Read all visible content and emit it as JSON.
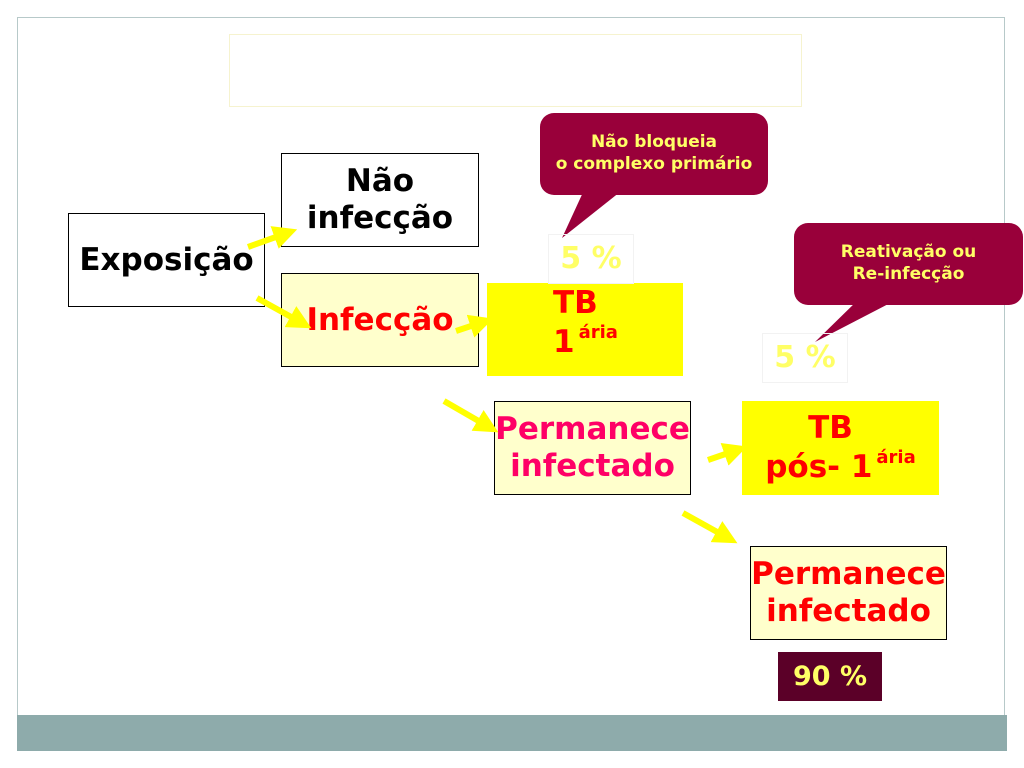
{
  "title": "",
  "nodes": {
    "exposicao": "Exposição",
    "nao_infeccao_line1": "Não",
    "nao_infeccao_line2": "infecção",
    "infeccao": "Infecção",
    "tb_primaria_main": "TB",
    "tb_primaria_num": "1",
    "tb_primaria_sup": "ária",
    "permanece1_line1": "Permanece",
    "permanece1_line2": "infectado",
    "tb_pos_main": "TB",
    "tb_pos_prefix": "pós- 1",
    "tb_pos_sup": "ária",
    "permanece2_line1": "Permanece",
    "permanece2_line2": "infectado"
  },
  "percentages": {
    "primary": "5 %",
    "post_primary": "5 %",
    "remain": "90 %"
  },
  "callouts": {
    "primary_line1": "Não bloqueia",
    "primary_line2": "o complexo primário",
    "reactivation_line1": "Reativação ou",
    "reactivation_line2": "Re-infecção"
  },
  "colors": {
    "callout_bg": "#99003a",
    "callout_text": "#ffff66",
    "arrow": "#ffff00",
    "red_text": "#ff0000",
    "magenta_text": "#ff0066",
    "footer_band": "#8eabab"
  },
  "edges": [
    {
      "from": "Exposição",
      "to": "Não infecção"
    },
    {
      "from": "Exposição",
      "to": "Infecção"
    },
    {
      "from": "Infecção",
      "to": "TB 1ária"
    },
    {
      "from": "Infecção",
      "to": "Permanece infectado"
    },
    {
      "from": "Permanece infectado",
      "to": "TB pós- 1ária"
    },
    {
      "from": "Permanece infectado",
      "to": "Permanece infectado (2)"
    }
  ]
}
